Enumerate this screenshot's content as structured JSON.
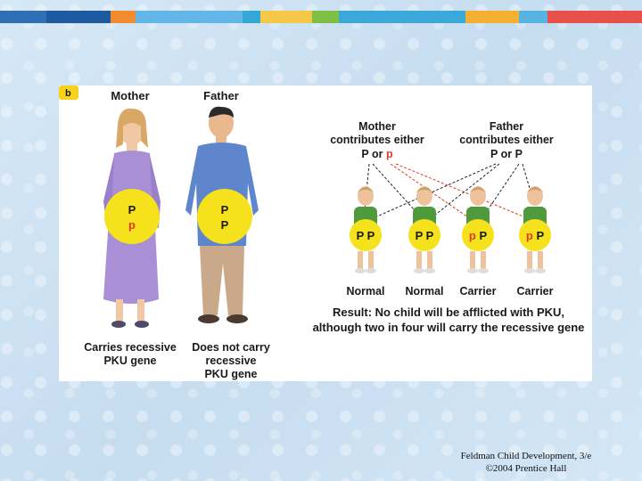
{
  "colors": {
    "bar": [
      "#2f6fb3",
      "#1e5aa0",
      "#f28a30",
      "#62b6e8",
      "#34a7d6",
      "#f5c84a",
      "#7fbf45",
      "#3aa9d9",
      "#f5b032",
      "#57b4e0",
      "#e8504a"
    ],
    "circle": "#f6e21c",
    "dominant": "#1a1a1a",
    "recessive": "#e03a2a",
    "mother_dress": "#a98fd6",
    "father_shirt": "#5f86cc"
  },
  "panel": {
    "badge": "b",
    "mother": {
      "title": "Mother",
      "allele1": "P",
      "allele2": "p",
      "caption": [
        "Carries recessive",
        "PKU gene"
      ]
    },
    "father": {
      "title": "Father",
      "allele1": "P",
      "allele2": "P",
      "caption": [
        "Does not carry",
        "recessive",
        "PKU gene"
      ]
    },
    "mother_contrib": {
      "lines": [
        "Mother",
        "contributes either"
      ],
      "choice_a": "P",
      "choice_or": " or ",
      "choice_b": "p"
    },
    "father_contrib": {
      "lines": [
        "Father",
        "contributes either",
        "P or P"
      ]
    },
    "children": [
      {
        "a": "P",
        "b": "P",
        "a_rec": false,
        "b_rec": false,
        "label": "Normal"
      },
      {
        "a": "P",
        "b": "P",
        "a_rec": false,
        "b_rec": false,
        "label": "Normal"
      },
      {
        "a": "p",
        "b": "P",
        "a_rec": true,
        "b_rec": false,
        "label": "Carrier"
      },
      {
        "a": "p",
        "b": "P",
        "a_rec": true,
        "b_rec": false,
        "label": "Carrier"
      }
    ],
    "result": [
      "Result: No child will be afflicted with PKU,",
      "although two in four will carry the recessive gene"
    ]
  },
  "credit": {
    "line1": "Feldman Child Development, 3/e",
    "line2": "©2004 Prentice Hall"
  }
}
